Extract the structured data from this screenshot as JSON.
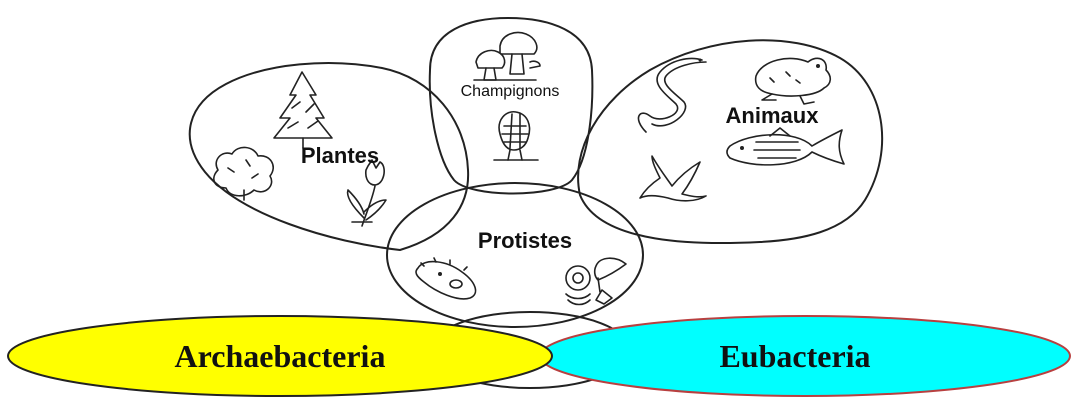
{
  "kingdoms": {
    "plantes": "Plantes",
    "champignons": "Champignons",
    "animaux": "Animaux",
    "protistes": "Protistes"
  },
  "domains": {
    "archaebacteria": "Archaebacteria",
    "eubacteria": "Eubacteria"
  },
  "colors": {
    "archaebacteria_fill": "#ffff00",
    "eubacteria_fill": "#00ffff",
    "eubacteria_stroke": "#b84040",
    "outline": "#222222"
  },
  "icons": {
    "plantes": [
      "conifer-tree-icon",
      "shrub-icon",
      "tulip-icon"
    ],
    "champignons": [
      "mushroom-icon",
      "morel-icon"
    ],
    "animaux": [
      "snake-icon",
      "frog-icon",
      "bird-icon",
      "fish-icon"
    ],
    "protistes": [
      "paramecium-icon",
      "amoeba-icon",
      "diatom-icon"
    ]
  }
}
